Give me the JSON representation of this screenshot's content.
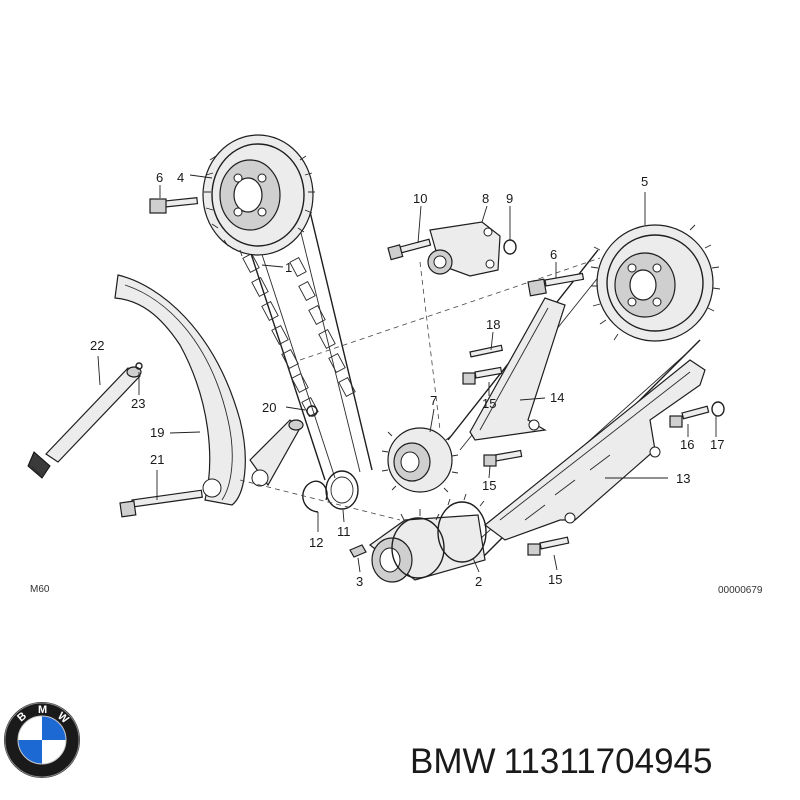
{
  "diagram": {
    "model_label": "M60",
    "drawing_number": "00000679",
    "callouts": {
      "c1": "1",
      "c2": "2",
      "c3": "3",
      "c4": "4",
      "c5": "5",
      "c6a": "6",
      "c6b": "6",
      "c7": "7",
      "c8": "8",
      "c9": "9",
      "c10": "10",
      "c11": "11",
      "c12": "12",
      "c13": "13",
      "c14": "14",
      "c15a": "15",
      "c15b": "15",
      "c15c": "15",
      "c16": "16",
      "c17": "17",
      "c18": "18",
      "c19": "19",
      "c20": "20",
      "c21": "21",
      "c22": "22",
      "c23": "23"
    }
  },
  "caption": {
    "brand": "BMW",
    "part_number": "11311704945"
  },
  "logo": {
    "letters": [
      "B",
      "M",
      "W"
    ],
    "colors": {
      "blue": "#1c69d4",
      "white": "#ffffff",
      "ring": "#1a1a1a"
    }
  }
}
